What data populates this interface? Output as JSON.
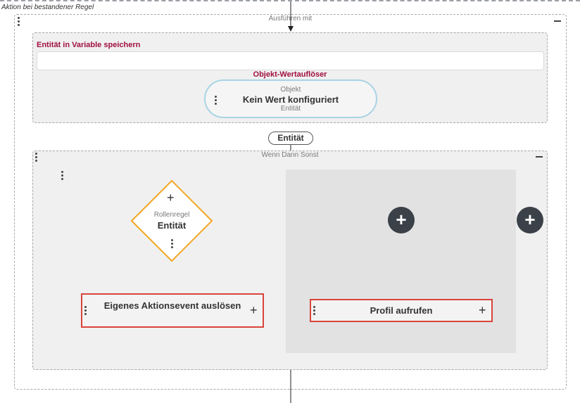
{
  "rule_header": "Aktion bei bestandener Regel",
  "execute_with": {
    "title": "Ausführen mit",
    "store_entity_label": "Entität in Variable speichern",
    "store_entity_value": "",
    "resolver_label": "Objekt-Wertauflöser",
    "resolver": {
      "top_label": "Objekt",
      "value": "Kein Wert konfiguriert",
      "bottom_label": "Entität"
    }
  },
  "connector_tag": "Entität",
  "if_then_else": {
    "title": "Wenn Dann Sonst",
    "decision": {
      "plus": "+",
      "subtitle": "Rollenregel",
      "title": "Entität"
    },
    "then_action": {
      "label": "Eigenes Aktionsevent auslösen",
      "plus": "+"
    },
    "else_action": {
      "label": "Profil aufrufen",
      "plus": "+"
    },
    "add_branch_plus": "+",
    "add_outer_plus": "+"
  },
  "colors": {
    "accent_red": "#d9443a",
    "label_crimson": "#a01040",
    "decision_orange": "#f5a623",
    "pill_border": "#a9d3e4",
    "dark_button": "#3b4148"
  },
  "icons": [
    "kebab-menu-icon",
    "minus-collapse-icon",
    "plus-icon",
    "add-circle-icon"
  ]
}
